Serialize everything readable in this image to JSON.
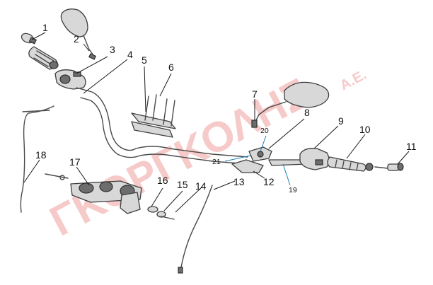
{
  "watermark": {
    "main": "ΓΚΟΡΓΚΟΛΗΣ",
    "suffix": "Α.Ε.",
    "color": "#f2a0a0"
  },
  "callouts": {
    "c1": "1",
    "c2": "2",
    "c3": "3",
    "c4": "4",
    "c5": "5",
    "c6": "6",
    "c7": "7",
    "c8": "8",
    "c9": "9",
    "c10": "10",
    "c11": "11",
    "c12": "12",
    "c13": "13",
    "c14": "14",
    "c15": "15",
    "c16": "16",
    "c17": "17",
    "c18": "18",
    "c19": "19",
    "c20": "20",
    "c21": "21"
  },
  "colors": {
    "line": "#1a1a1a",
    "accent_leader": "#1a7fb5",
    "part": "#4a4a4a"
  }
}
